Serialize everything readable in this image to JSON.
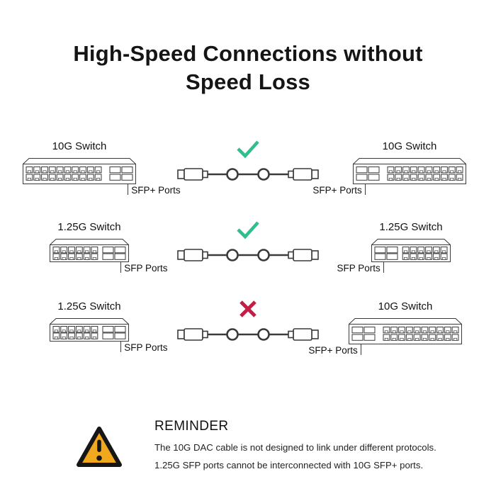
{
  "title": "High-Speed Connections without Speed Loss",
  "rows": [
    {
      "result": "check",
      "left": {
        "label": "10G Switch",
        "type": "big",
        "port_label": "SFP+ Ports"
      },
      "right": {
        "label": "10G Switch",
        "type": "big",
        "port_label": "SFP+ Ports"
      }
    },
    {
      "result": "check",
      "left": {
        "label": "1.25G Switch",
        "type": "small",
        "port_label": "SFP Ports"
      },
      "right": {
        "label": "1.25G Switch",
        "type": "small",
        "port_label": "SFP Ports"
      }
    },
    {
      "result": "cross",
      "left": {
        "label": "1.25G Switch",
        "type": "small",
        "port_label": "SFP Ports"
      },
      "right": {
        "label": "10G Switch",
        "type": "big",
        "port_label": "SFP+ Ports"
      }
    }
  ],
  "reminder": {
    "title": "REMINDER",
    "lines": [
      "The 10G DAC cable is not designed to link under different protocols.",
      "1.25G SFP ports cannot be interconnected with 10G SFP+ ports."
    ]
  },
  "icons": {
    "pass": "check-icon",
    "fail": "cross-icon",
    "reminder": "warning-triangle-icon"
  },
  "colors": {
    "check": "#2fbe8f",
    "cross": "#c41e45",
    "warning": "#f0a91e"
  }
}
